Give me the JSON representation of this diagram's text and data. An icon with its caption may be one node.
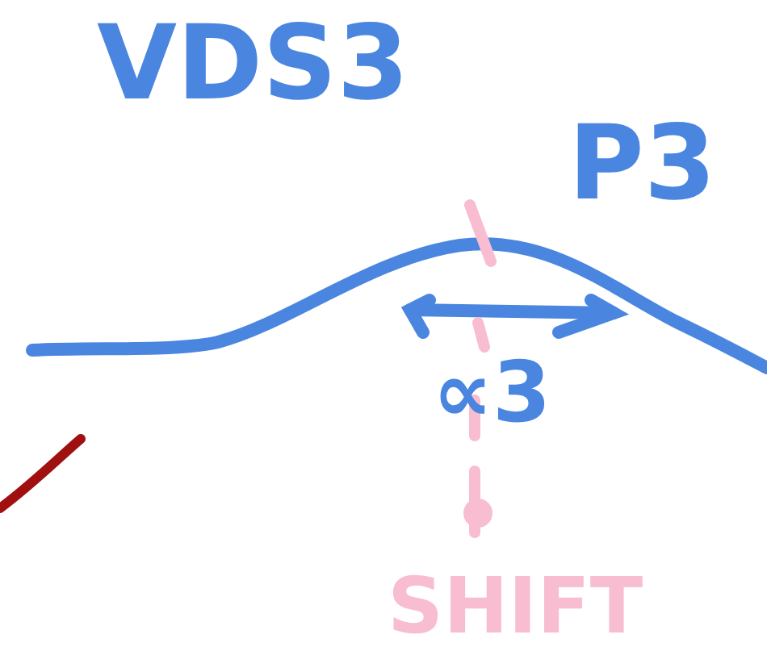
{
  "diagram": {
    "labels": [
      "VDS3",
      "P3",
      "∝3",
      "SHIFT"
    ]
  }
}
